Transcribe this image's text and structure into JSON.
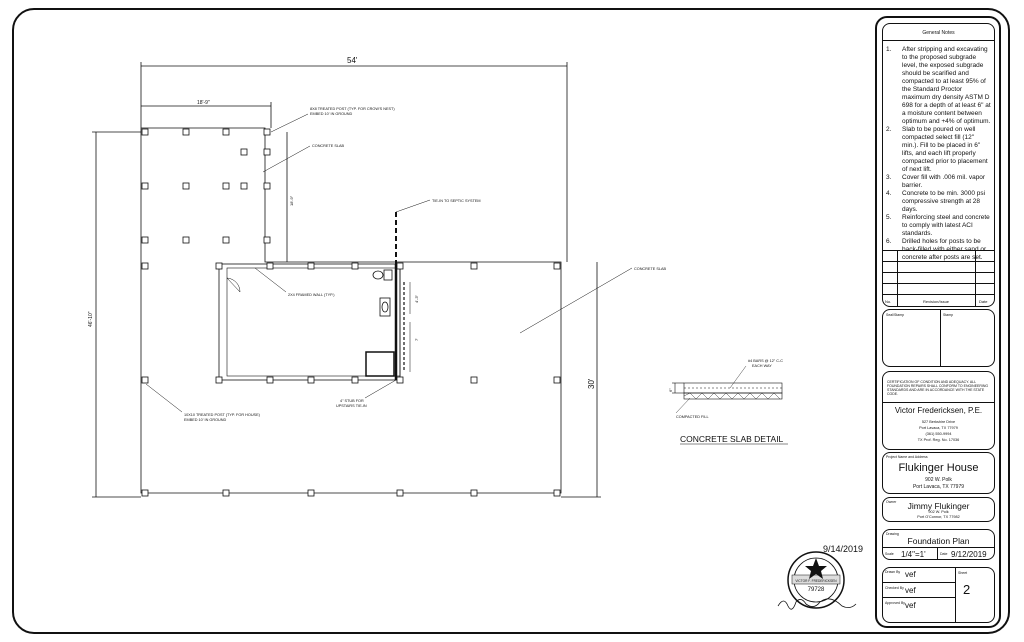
{
  "drawing": {
    "dim_top": "54'",
    "dim_top_left": "18'-9\"",
    "dim_left": "46'-10\"",
    "dim_right": "30'",
    "dim_notch": "18'-9\"",
    "dim_wall_a": "4'-3\"",
    "dim_wall_b": "7'",
    "labels": {
      "post_crows": "8X8 TREATED POST (TYP. FOR CROW'S NEST)",
      "post_crows_2": "EMBED 10' IN GROUND",
      "concrete_slab_upper": "CONCRETE SLAB",
      "tie_in_septic": "TIE-IN TO SEPTIC SYSTEM",
      "concrete_slab_right": "CONCRETE SLAB",
      "framed_wall": "2X4 FRAMED WALL (TYP.)",
      "post_house": "10X10 TREATED POST (TYP. FOR HOUSE)",
      "post_house_2": "EMBED 10' IN GROUND",
      "stub": "4\" STUB FOR",
      "stub_2": "UPSTAIRS TIE-IN"
    }
  },
  "detail": {
    "title": "CONCRETE SLAB DETAIL",
    "bars": "#4 BARS @ 12\" C-C",
    "bars_2": "EACH WAY",
    "thickness": "6\"",
    "fill": "COMPACTED FILL"
  },
  "stamp": {
    "date": "9/14/2019",
    "name": "VICTOR F. FREDERICKSEN",
    "number": "79728"
  },
  "title_block": {
    "notes_title": "General Notes",
    "notes": [
      {
        "n": "1.",
        "text": "After stripping and excavating to the proposed subgrade level, the exposed subgrade should be scarified and compacted to at least 95% of the Standard Proctor maximum dry density ASTM D 698 for a depth of at least 6\" at a moisture content between optimum and +4% of optimum."
      },
      {
        "n": "2.",
        "text": "Slab to be poured on well compacted select fill (12\" min.). Fill to be placed in 6\" lifts, and each lift properly compacted prior to placement of next lift."
      },
      {
        "n": "3.",
        "text": "Cover fill with .006 mil. vapor barrier."
      },
      {
        "n": "4.",
        "text": "Concrete to be min. 3000 psi compressive strength at 28 days."
      },
      {
        "n": "5.",
        "text": "Reinforcing steel and concrete to comply with latest ACI standards."
      },
      {
        "n": "6.",
        "text": "Drilled holes for posts to be back-filled with either sand or concrete after posts are set."
      }
    ],
    "rev_no": "No.",
    "rev_desc": "Revision/Issue",
    "rev_date": "Date",
    "seal_left": "Seal/Stamp",
    "seal_right": "Stamp",
    "engineer_cert": "CERTIFICATION OF CONDITION AND ADEQUACY. ALL FOUNDATION REPAIRS SHALL CONFORM TO ENGINEERING STANDARDS AND ARE IN ACCORDANCE WITH THE STATE CODE.",
    "engineer_name": "Victor Fredericksen, P.E.",
    "engineer_addr1": "527 Berkshire Drive",
    "engineer_addr2": "Port Lavaca, TX 77979",
    "engineer_phone": "(361) 550-9994",
    "engineer_reg": "TX Prof. Reg. No. 17036",
    "project_label": "Project Name and Address",
    "project_name": "Flukinger House",
    "project_addr1": "902 W. Polk",
    "project_addr2": "Port Lavaca, TX 77979",
    "owner_label": "Owner",
    "owner_name": "Jimmy Flukinger",
    "owner_addr1": "902 W. Polk",
    "owner_addr2": "Port O'Connor, TX 77982",
    "sheet_label": "Drawing",
    "sheet_title": "Foundation Plan",
    "scale_label": "Scale",
    "scale": "1/4\"=1'",
    "date_label": "Date",
    "date": "9/12/2019",
    "drawn_label": "Drawn By",
    "drawn": "vef",
    "checked_label": "Checked By",
    "checked": "vef",
    "approved_label": "Approved By",
    "approved": "vef",
    "sheet_no_label": "Sheet",
    "sheet_no": "2"
  }
}
